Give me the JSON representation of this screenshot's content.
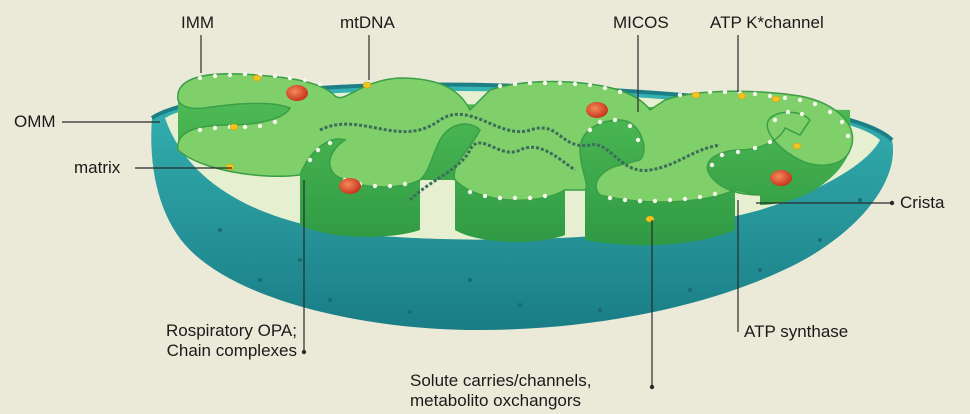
{
  "diagram": {
    "labels": {
      "imm": "IMM",
      "mtdna": "mtDNA",
      "micos": "MICOS",
      "atp_k_channel": "ATP K*channel",
      "omm": "OMM",
      "matrix": "matrix",
      "crista": "Crista",
      "atp_synthase": "ATP synthase",
      "respiratory": [
        "Rospiratory OPA;",
        "Chain complexes"
      ],
      "solute": [
        "Solute carries/channels,",
        "metabolito oxchangors"
      ]
    },
    "colors": {
      "background": "#ebe9d8",
      "outer_membrane": "#2aa0a4",
      "outer_membrane_dark": "#1d7f86",
      "matrix_inner": "#e6efd0",
      "crista_top": "#7fd06a",
      "crista_side": "#3ea94a",
      "leader_line": "#2a2a2a",
      "ribosome": "#e0482a",
      "granule": "#f0c521"
    }
  }
}
